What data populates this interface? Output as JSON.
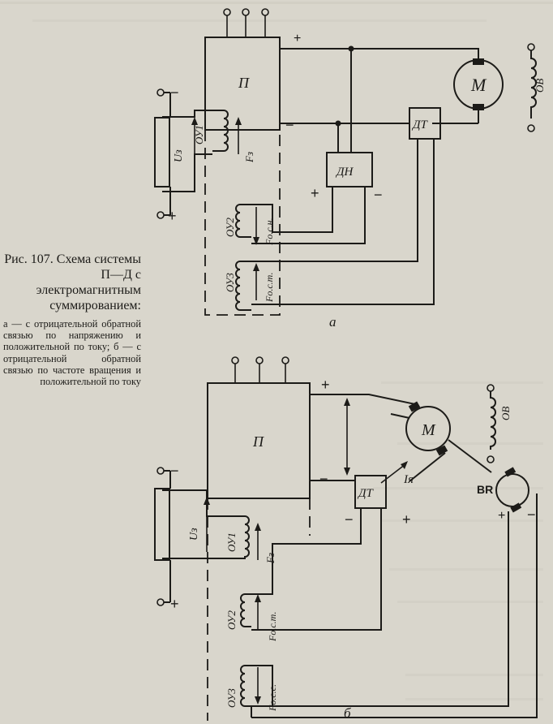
{
  "caption": {
    "title": "Рис. 107. Схема системы П—Д с электромагнитным суммированием:",
    "description": "а — с отрицательной обратной связью по напряжению и положительной по току; б — с отрицательной обратной связью по частоте вращения и положительной по току"
  },
  "diagram_a": {
    "sublabel": "а",
    "converter": "П",
    "motor": "М",
    "field": "ОВ",
    "current_sensor": "ДТ",
    "voltage_sensor": "ДН",
    "winding1": "ОУ1",
    "winding2": "ОУ2",
    "winding3": "ОУ3",
    "u_ref": "Uз",
    "f_ref": "Fз",
    "f_fb2": "Fо.с.н.",
    "f_fb3": "Fо.с.т.",
    "plus": "+",
    "minus": "−"
  },
  "diagram_b": {
    "sublabel": "б",
    "converter": "П",
    "motor": "М",
    "field": "ОВ",
    "current_sensor": "ДТ",
    "tacho": "BR",
    "current": "Iя",
    "winding1": "ОУ1",
    "winding2": "ОУ2",
    "winding3": "ОУ3",
    "u_ref": "Uз",
    "f_ref": "Fз",
    "f_fb2": "Fо.с.т.",
    "f_fb3": "Fо.с.с.",
    "plus": "+",
    "minus": "−"
  }
}
